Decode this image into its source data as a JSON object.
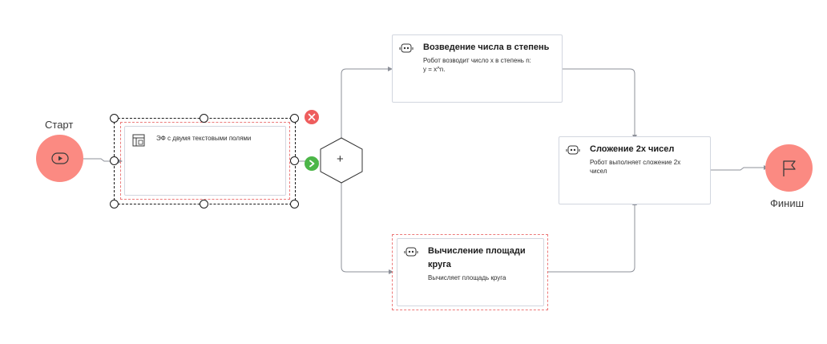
{
  "start": {
    "label": "Старт",
    "icon": "play-icon"
  },
  "finish": {
    "label": "Финиш",
    "icon": "flag-icon"
  },
  "form_task": {
    "title": "ЭФ с двумя текстовыми полями",
    "icon": "form-icon"
  },
  "gateway": {
    "symbol": "+",
    "type": "parallel-gateway"
  },
  "tasks": [
    {
      "title": "Возведение числа в степень",
      "desc_lines": [
        "Робот возводит число x в степень n:",
        "y = x^n."
      ],
      "icon": "robot-icon"
    },
    {
      "title": "Сложение 2х чисел",
      "desc_lines": [
        "Робот выполняет сложение 2х",
        "чисел"
      ],
      "icon": "robot-icon"
    },
    {
      "title_lines": [
        "Вычисление площади",
        "круга"
      ],
      "desc_lines": [
        "Вычисляет площадь круга"
      ],
      "icon": "robot-icon"
    }
  ],
  "colors": {
    "event": "#fb8a82",
    "delete_button": "#ee5d5d",
    "confirm_button": "#4cb648",
    "selection_dash": "#ec7a7a",
    "connector": "#8d9099"
  }
}
